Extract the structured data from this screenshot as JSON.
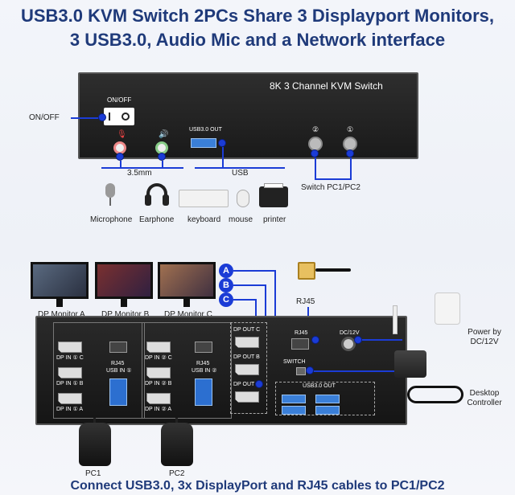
{
  "title": {
    "line1": "USB3.0 KVM Switch 2PCs Share 3 Displayport Monitors,",
    "line2": "3 USB3.0, Audio Mic and a Network interface"
  },
  "front_panel": {
    "name": "8K 3 Channel KVM Switch",
    "onoff_small": "ON/OFF",
    "usb_out": "USB3.0 OUT",
    "btn2": "②",
    "btn1": "①"
  },
  "labels": {
    "onoff": "ON/OFF",
    "mm35": "3.5mm",
    "usb": "USB",
    "switch_pc": "Switch PC1/PC2",
    "microphone": "Microphone",
    "earphone": "Earphone",
    "keyboard": "keyboard",
    "mouse": "mouse",
    "printer": "printer",
    "rj45": "RJ45",
    "monitor_a": "DP Monitor A",
    "monitor_b": "DP Monitor B",
    "monitor_c": "DP Monitor C",
    "power": "Power by DC/12V",
    "desktop": "Desktop Controller",
    "pc1": "PC1",
    "pc2": "PC2",
    "bottom": "Connect USB3.0, 3x DisplayPort and RJ45 cables to PC1/PC2"
  },
  "letters": [
    "A",
    "B",
    "C"
  ],
  "back_panel": {
    "dp_in_c": "DP IN ① C",
    "dp_in_b": "DP IN ① B",
    "dp_in_a": "DP IN ① A",
    "dp_in2_c": "DP IN ② C",
    "dp_in2_b": "DP IN ② B",
    "dp_in2_a": "DP IN ② A",
    "rj45": "RJ45",
    "usb_in": "USB IN ①",
    "usb_in2": "USB IN ②",
    "dp_out_c": "DP OUT C",
    "dp_out_b": "DP OUT B",
    "dp_out_a": "DP OUT A",
    "rj45_top": "RJ45",
    "dc12v": "DC/12V",
    "switch": "SWITCH",
    "usb_out": "USB3.0 OUT"
  },
  "colors": {
    "title": "#1f3a7a",
    "accent": "#1b3cd6"
  }
}
